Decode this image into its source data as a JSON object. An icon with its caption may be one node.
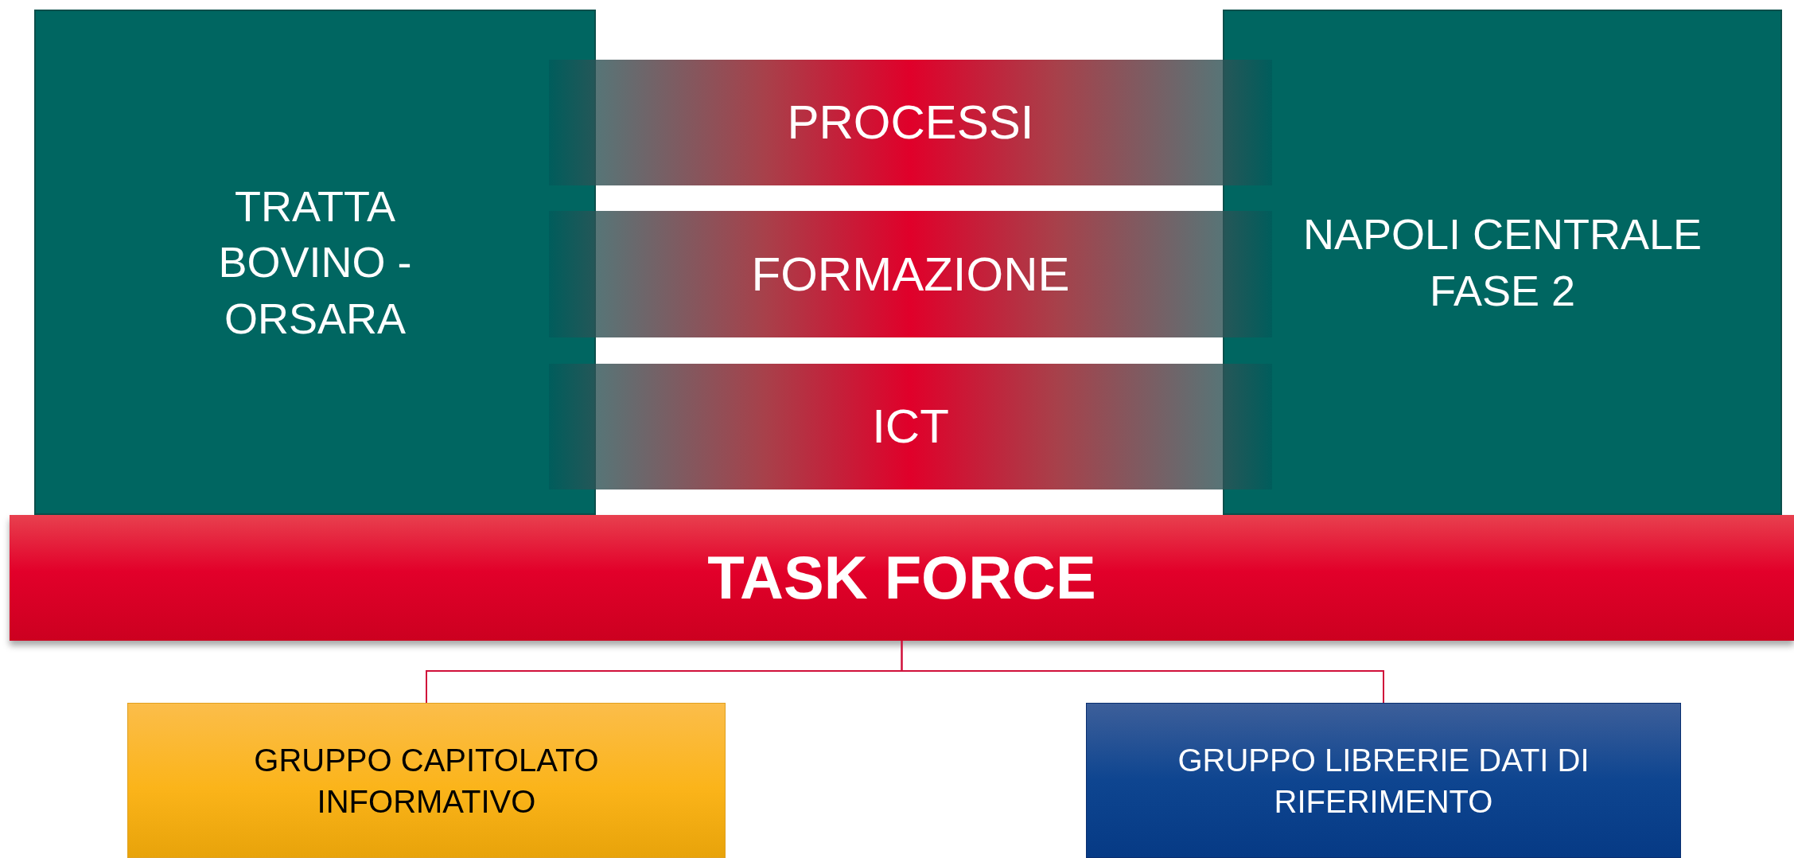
{
  "diagram": {
    "nodes": [
      {
        "text": [
          "TRATTA BOVINO - ORSARA"
        ]
      },
      {
        "text": [
          "NAPOLI CENTRALE FASE 2"
        ]
      },
      {
        "text": [
          "PROCESSI"
        ]
      },
      {
        "text": [
          "FORMAZIONE"
        ]
      },
      {
        "text": [
          "ICT"
        ]
      },
      {
        "text": [
          "TASK FORCE"
        ]
      },
      {
        "text": [
          "GRUPPO CAPITOLATO INFORMATIVO"
        ]
      },
      {
        "text": [
          "GRUPPO LIBRERIE DATI DI RIFERIMENTO"
        ]
      }
    ],
    "edges": [
      {
        "from": 5,
        "to": 6,
        "arrow": "none"
      },
      {
        "from": 5,
        "to": 7,
        "arrow": "none"
      }
    ]
  }
}
